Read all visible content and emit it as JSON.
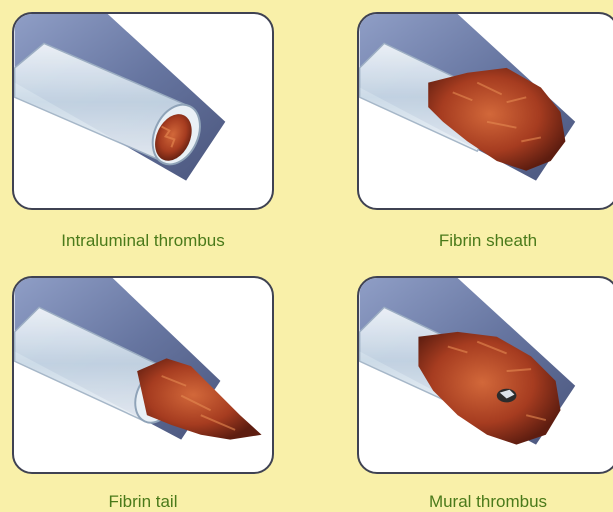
{
  "panels": [
    {
      "caption": "Intraluminal thrombus"
    },
    {
      "caption": "Fibrin sheath"
    },
    {
      "caption": "Fibrin tail"
    },
    {
      "caption": "Mural thrombus"
    }
  ],
  "colors": {
    "background": "#f9f0a9",
    "panel_border": "#3f4252",
    "caption": "#4a7a1a",
    "vessel": "#6f7fa8",
    "catheter": "#dfeaf3",
    "thrombus": "#b8492a"
  }
}
